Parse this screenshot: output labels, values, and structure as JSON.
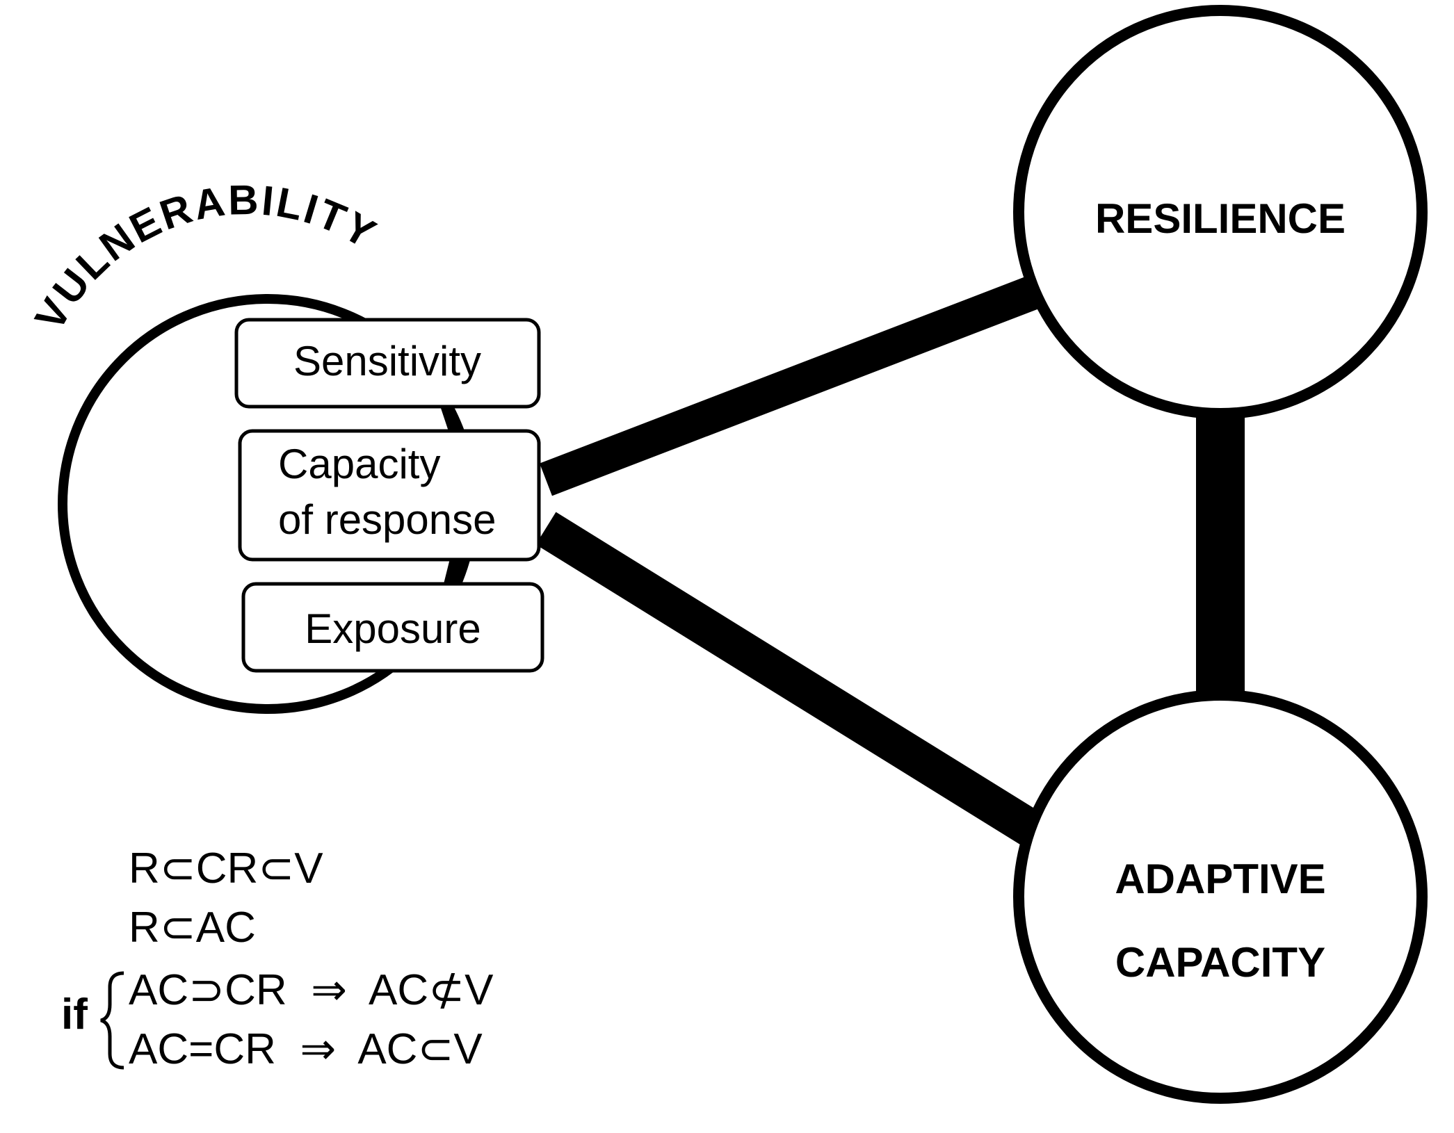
{
  "vulnerability": {
    "arc_label": "VULNERABILITY",
    "components": [
      {
        "key": "sensitivity",
        "lines": [
          "Sensitivity"
        ]
      },
      {
        "key": "capacity-of-response",
        "lines": [
          "Capacity",
          "of response"
        ]
      },
      {
        "key": "exposure",
        "lines": [
          "Exposure"
        ]
      }
    ]
  },
  "resilience": {
    "label": "RESILIENCE"
  },
  "adaptive_capacity": {
    "line1": "ADAPTIVE",
    "line2": "CAPACITY"
  },
  "relations": {
    "line1": "R⊂CR⊂V",
    "line2": "R⊂AC",
    "if_label": "if",
    "case1": "AC⊃CR  ⇒  AC⊄V",
    "case2": "AC=CR  ⇒  AC⊂V"
  }
}
